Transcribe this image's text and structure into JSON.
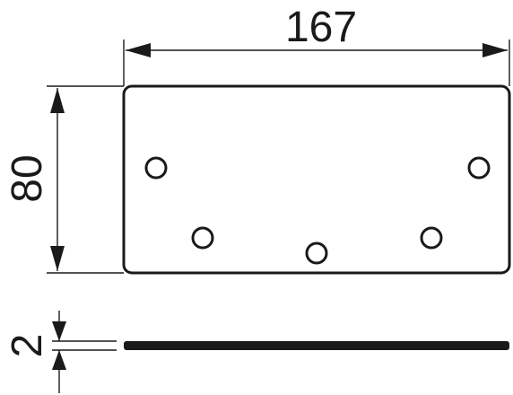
{
  "dimensions": {
    "length": "167",
    "height": "80",
    "thickness": "2"
  },
  "colors": {
    "ink": "#1a1a1a",
    "background": "#ffffff"
  }
}
